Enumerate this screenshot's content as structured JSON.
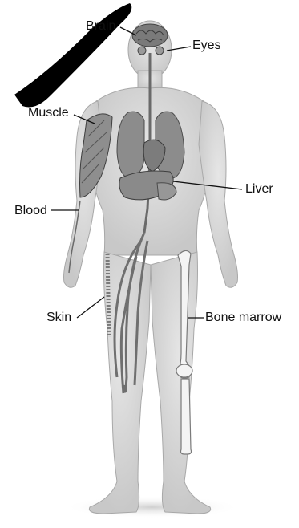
{
  "labels": {
    "brain": "Brain",
    "eyes": "Eyes",
    "muscle": "Muscle",
    "liver": "Liver",
    "blood": "Blood",
    "skin": "Skin",
    "bone_marrow": "Bone marrow"
  },
  "colors": {
    "body_fill": "#d9d9d9",
    "body_edge": "#a8a8a8",
    "organ_fill": "#8c8c8c",
    "organ_edge": "#4a4a4a",
    "bone_fill": "#f4f4f4",
    "watermark": "#000000",
    "leader_line": "#111111"
  },
  "icons": {
    "watermark": "black-diagonal-brush-stroke"
  }
}
